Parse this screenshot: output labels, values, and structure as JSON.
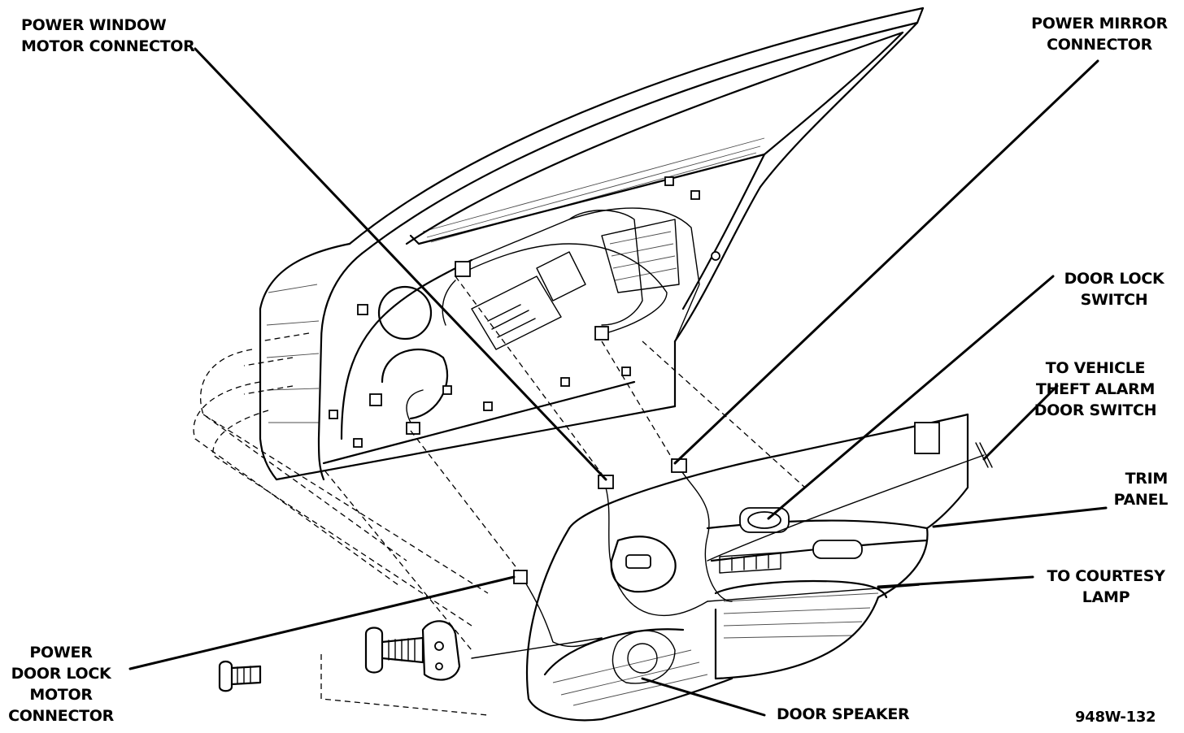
{
  "labels": {
    "power_window_motor_connector": [
      "POWER WINDOW",
      "MOTOR CONNECTOR"
    ],
    "power_mirror_connector": [
      "POWER MIRROR",
      "CONNECTOR"
    ],
    "door_lock_switch": [
      "DOOR LOCK",
      "SWITCH"
    ],
    "vehicle_theft_alarm": [
      "TO VEHICLE",
      "THEFT ALARM",
      "DOOR SWITCH"
    ],
    "trim_panel": [
      "TRIM",
      "PANEL"
    ],
    "courtesy_lamp": [
      "TO COURTESY",
      "LAMP"
    ],
    "power_door_lock_motor_connector": [
      "POWER",
      "DOOR LOCK",
      "MOTOR",
      "CONNECTOR"
    ],
    "door_speaker": [
      "DOOR SPEAKER"
    ]
  },
  "figure_id": "948W-132"
}
